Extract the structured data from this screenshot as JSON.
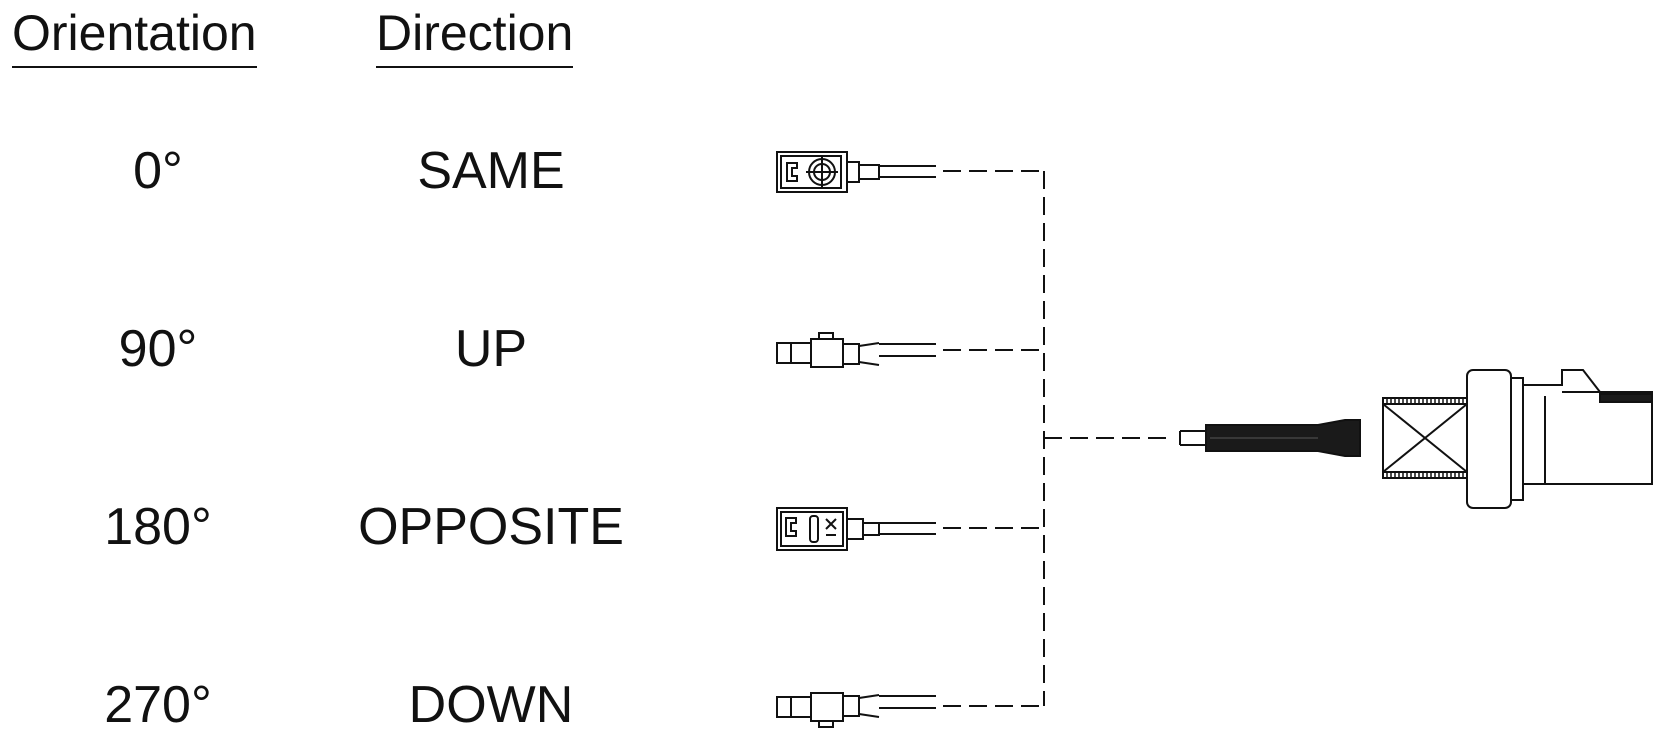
{
  "headers": {
    "orientation": "Orientation",
    "direction": "Direction"
  },
  "rows": [
    {
      "orientation": "0°",
      "direction": "SAME"
    },
    {
      "orientation": "90°",
      "direction": "UP"
    },
    {
      "orientation": "180°",
      "direction": "OPPOSITE"
    },
    {
      "orientation": "270°",
      "direction": "DOWN"
    }
  ],
  "colors": {
    "line": "#111111",
    "background": "#ffffff"
  }
}
